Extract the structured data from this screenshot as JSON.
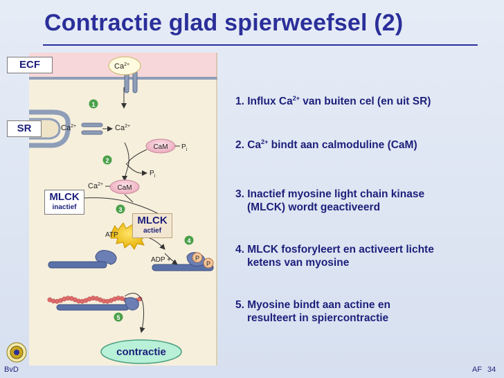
{
  "slide": {
    "title": "Contractie glad spierweefsel (2)",
    "footer_left": "BvD",
    "footer_right": "AF",
    "page_number": "34"
  },
  "diagram": {
    "ecf_label": "ECF",
    "sr_label": "SR",
    "ca_channel": "Ca",
    "ca_sup": "2+",
    "ca_sr": "Ca",
    "ca_cyto": "Ca",
    "ca_cam": "Ca",
    "cam_top": "CaM",
    "cam_bottom": "CaM",
    "pi_top": "P",
    "pi_top_sub": "i",
    "pi_mid": "P",
    "pi_mid_sub": "i",
    "mlck_inactive": "MLCK",
    "mlck_inactive_sub": "inactief",
    "mlck_active": "MLCK",
    "mlck_active_sub": "actief",
    "atp": "ATP",
    "adp": "ADP +",
    "p1": "P",
    "p2": "P",
    "contraction": "contractie",
    "step_numbers": [
      "1",
      "2",
      "3",
      "4",
      "5"
    ]
  },
  "steps": [
    {
      "lines": [
        "1. Influx Ca",
        "2+",
        " van buiten cel (en uit SR)"
      ]
    },
    {
      "lines": [
        "2. Ca",
        "2+",
        " bindt aan calmoduline (CaM)"
      ]
    },
    {
      "lines": [
        "3. Inactief myosine light chain kinase",
        "(MLCK) wordt geactiveerd"
      ]
    },
    {
      "lines": [
        "4. MLCK fosforyleert en activeert lichte",
        "ketens van myosine"
      ]
    },
    {
      "lines": [
        "5. Myosine bindt aan actine en",
        "resulteert in spiercontractie"
      ]
    }
  ],
  "colors": {
    "title": "#2b2f9a",
    "text": "#1c1f7a",
    "ecf_band": "#f7d7d9",
    "cell": "#f6efdc",
    "step_circle": "#4aa04a",
    "cam": "#f5c8d2",
    "atp": "#f2c200",
    "contraction": "#b8f0d8",
    "myosine": "#5a71a8",
    "actine": "#e06b6b"
  }
}
